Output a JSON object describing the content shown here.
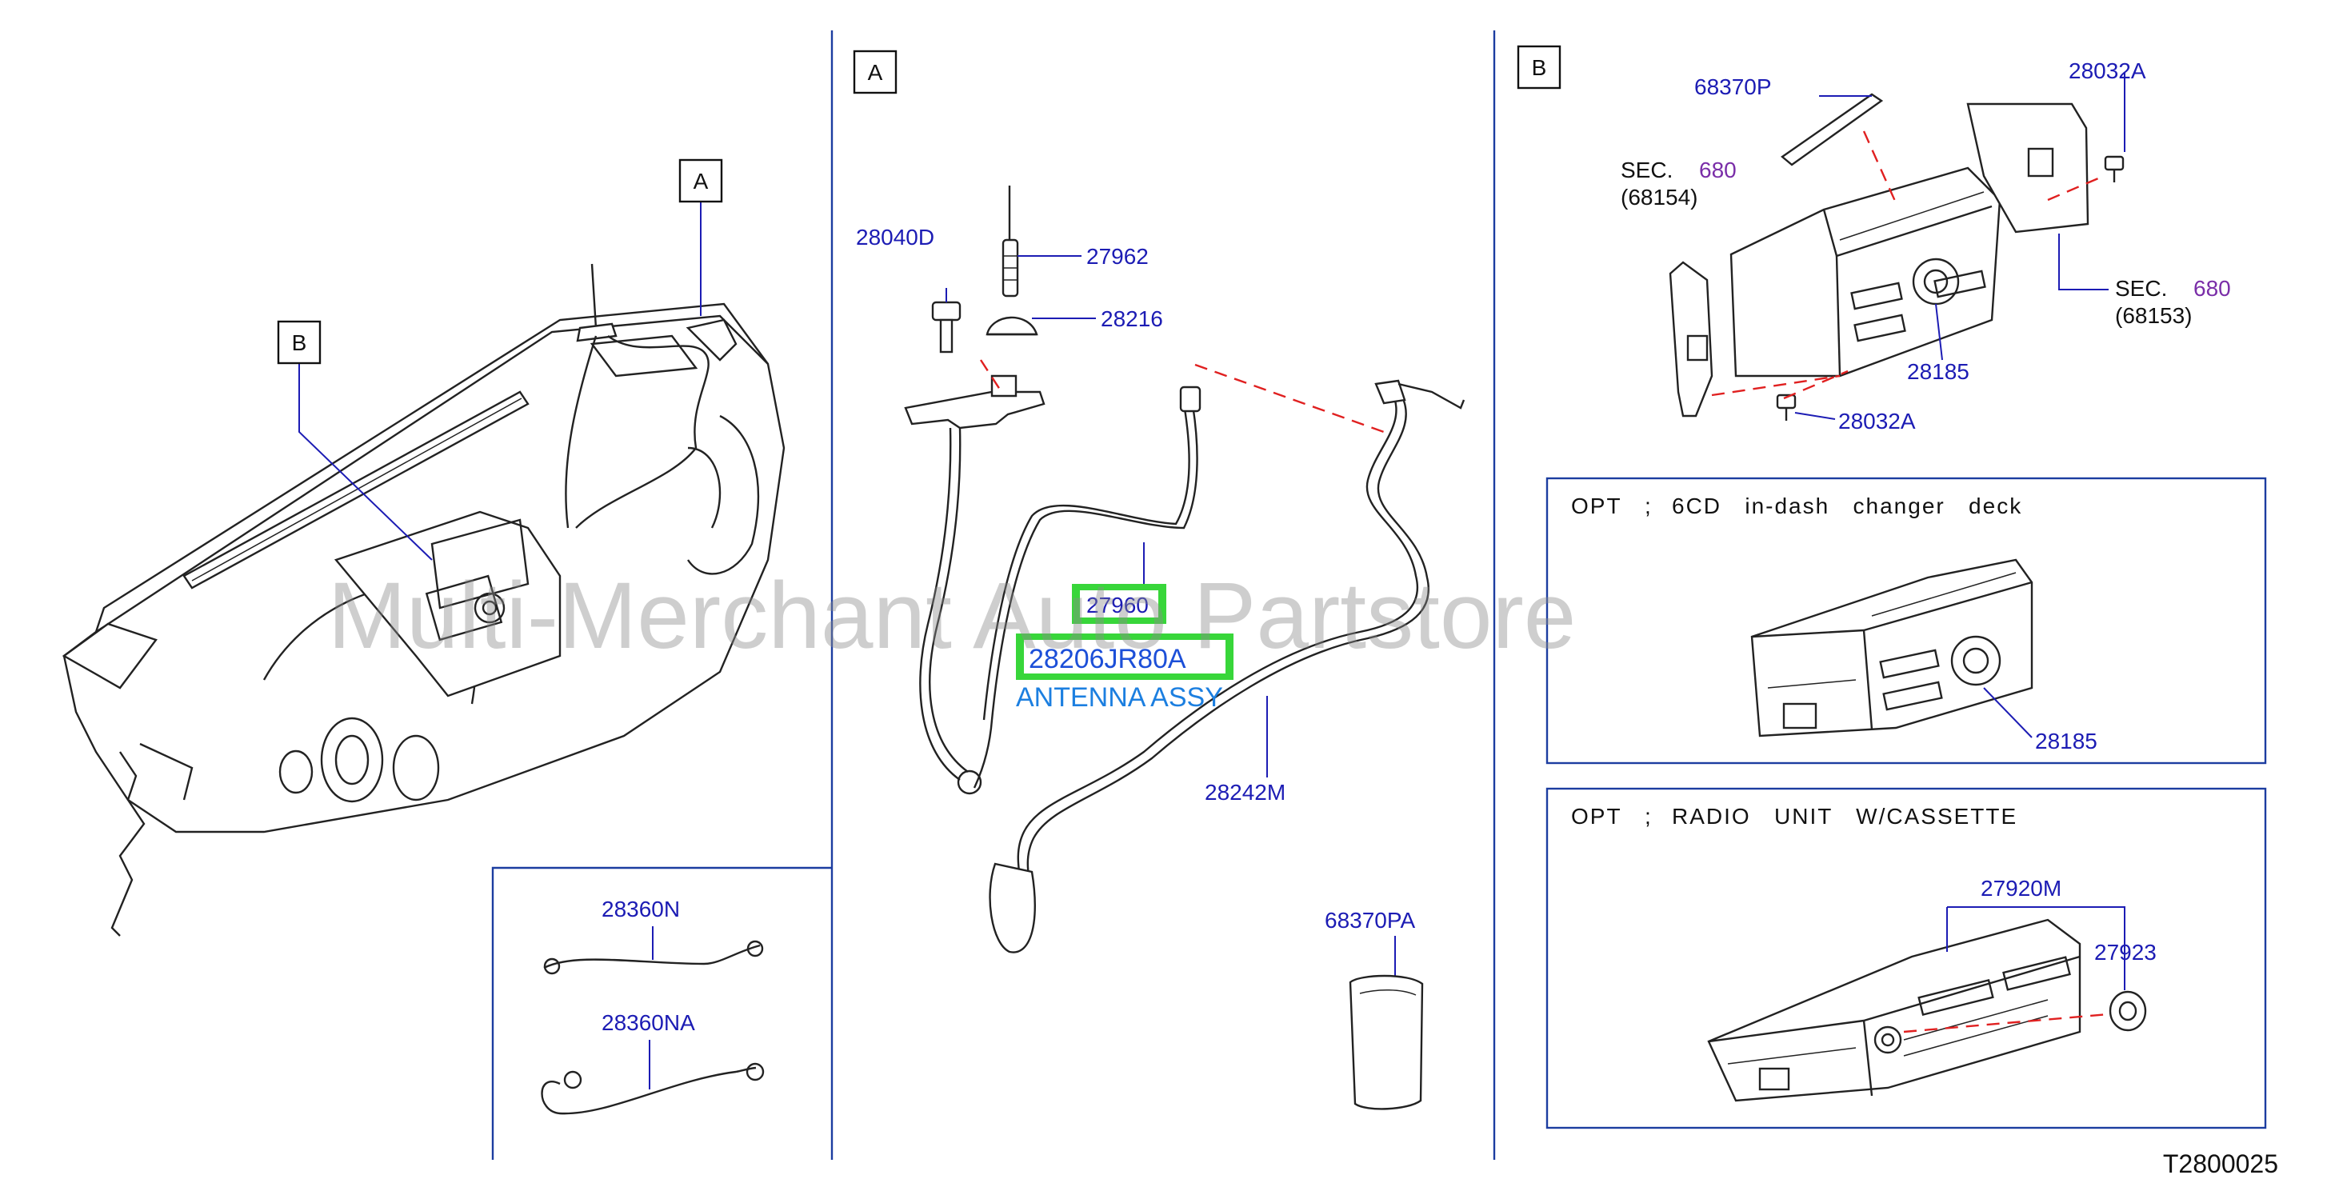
{
  "section_tags": {
    "a": "A",
    "b": "B"
  },
  "callouts": {
    "p28040D": "28040D",
    "p27962": "27962",
    "p28216": "28216",
    "p27960": "27960",
    "p28206JR80A": "28206JR80A",
    "antenna_assy": "ANTENNA ASSY",
    "p28242M": "28242M",
    "p68370PA": "68370PA",
    "p28360N": "28360N",
    "p28360NA": "28360NA",
    "p68370P": "68370P",
    "p28032A_top": "28032A",
    "p28032A_bottom": "28032A",
    "p28185_top": "28185",
    "p28185_changer": "28185",
    "p27920M": "27920M",
    "p27923": "27923"
  },
  "section_refs": {
    "left": {
      "sec": "SEC.",
      "num": "680",
      "sub": "(68154)"
    },
    "right": {
      "sec": "SEC.",
      "num": "680",
      "sub": "(68153)"
    }
  },
  "options": {
    "changer": {
      "opt": "OPT",
      "sep": ";",
      "text": "6CD   in-dash   changer   deck"
    },
    "radio": {
      "opt": "OPT",
      "sep": ";",
      "text": "RADIO   UNIT   W/CASSETTE"
    }
  },
  "watermark": "Multi-Merchant Auto Partstore",
  "diagram_code": "T2800025",
  "colors": {
    "callout": "#1c1cb4",
    "section_ref": "#7a2ea8",
    "highlight": "#38d63a",
    "leader_dashed": "#e02020"
  }
}
